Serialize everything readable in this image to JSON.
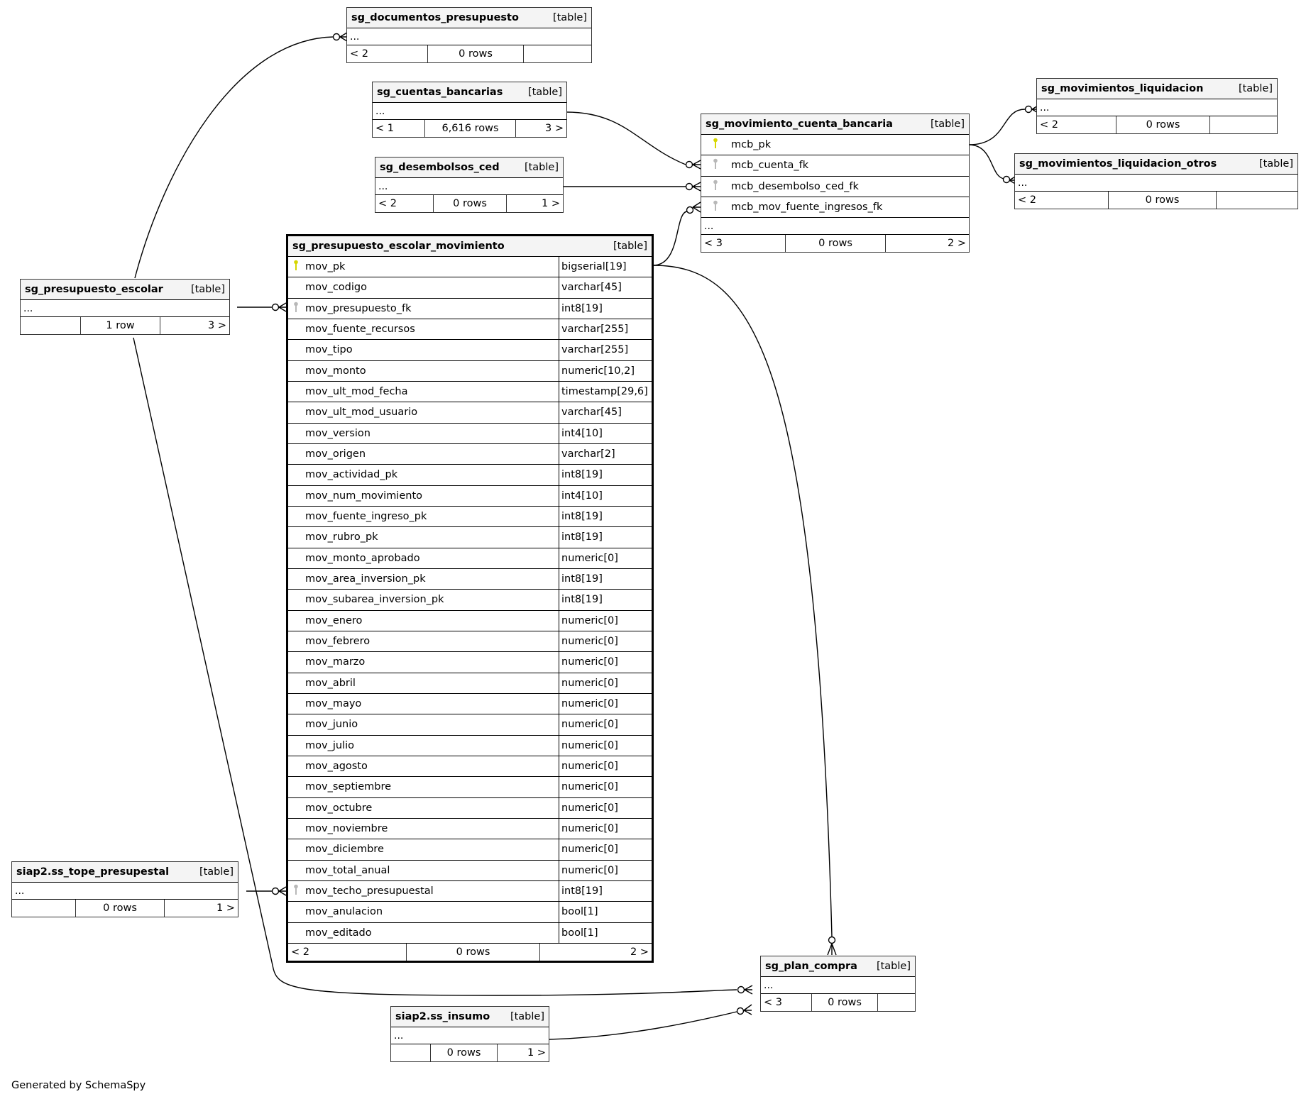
{
  "diagram": {
    "generator_note": "Generated by SchemaSpy",
    "kind_label": "[table]",
    "ellipsis": "...",
    "tables": {
      "documentos": {
        "name": "sg_documentos_presupuesto",
        "footer": {
          "left": "< 2",
          "middle": "0 rows",
          "right": ""
        }
      },
      "cuentas": {
        "name": "sg_cuentas_bancarias",
        "footer": {
          "left": "< 1",
          "middle": "6,616 rows",
          "right": "3 >"
        }
      },
      "desembolsos": {
        "name": "sg_desembolsos_ced",
        "footer": {
          "left": "< 2",
          "middle": "0 rows",
          "right": "1 >"
        }
      },
      "mcb": {
        "name": "sg_movimiento_cuenta_bancaria",
        "columns": [
          {
            "name": "mcb_pk",
            "key": "pk"
          },
          {
            "name": "mcb_cuenta_fk",
            "key": "fk"
          },
          {
            "name": "mcb_desembolso_ced_fk",
            "key": "fk"
          },
          {
            "name": "mcb_mov_fuente_ingresos_fk",
            "key": "fk"
          }
        ],
        "footer": {
          "left": "< 3",
          "middle": "0 rows",
          "right": "2 >"
        }
      },
      "liquidacion": {
        "name": "sg_movimientos_liquidacion",
        "footer": {
          "left": "< 2",
          "middle": "0 rows",
          "right": ""
        }
      },
      "liquidacion_otros": {
        "name": "sg_movimientos_liquidacion_otros",
        "footer": {
          "left": "< 2",
          "middle": "0 rows",
          "right": ""
        }
      },
      "presupuesto_escolar": {
        "name": "sg_presupuesto_escolar",
        "footer": {
          "left": "",
          "middle": "1 row",
          "right": "3 >"
        }
      },
      "tope": {
        "name": "siap2.ss_tope_presupestal",
        "footer": {
          "left": "",
          "middle": "0 rows",
          "right": "1 >"
        }
      },
      "plan_compra": {
        "name": "sg_plan_compra",
        "footer": {
          "left": "< 3",
          "middle": "0 rows",
          "right": ""
        }
      },
      "insumo": {
        "name": "siap2.ss_insumo",
        "footer": {
          "left": "",
          "middle": "0 rows",
          "right": "1 >"
        }
      },
      "movimiento": {
        "name": "sg_presupuesto_escolar_movimiento",
        "columns": [
          {
            "name": "mov_pk",
            "type": "bigserial[19]",
            "key": "pk"
          },
          {
            "name": "mov_codigo",
            "type": "varchar[45]",
            "key": ""
          },
          {
            "name": "mov_presupuesto_fk",
            "type": "int8[19]",
            "key": "fk"
          },
          {
            "name": "mov_fuente_recursos",
            "type": "varchar[255]",
            "key": ""
          },
          {
            "name": "mov_tipo",
            "type": "varchar[255]",
            "key": ""
          },
          {
            "name": "mov_monto",
            "type": "numeric[10,2]",
            "key": ""
          },
          {
            "name": "mov_ult_mod_fecha",
            "type": "timestamp[29,6]",
            "key": ""
          },
          {
            "name": "mov_ult_mod_usuario",
            "type": "varchar[45]",
            "key": ""
          },
          {
            "name": "mov_version",
            "type": "int4[10]",
            "key": ""
          },
          {
            "name": "mov_origen",
            "type": "varchar[2]",
            "key": ""
          },
          {
            "name": "mov_actividad_pk",
            "type": "int8[19]",
            "key": ""
          },
          {
            "name": "mov_num_movimiento",
            "type": "int4[10]",
            "key": ""
          },
          {
            "name": "mov_fuente_ingreso_pk",
            "type": "int8[19]",
            "key": ""
          },
          {
            "name": "mov_rubro_pk",
            "type": "int8[19]",
            "key": ""
          },
          {
            "name": "mov_monto_aprobado",
            "type": "numeric[0]",
            "key": ""
          },
          {
            "name": "mov_area_inversion_pk",
            "type": "int8[19]",
            "key": ""
          },
          {
            "name": "mov_subarea_inversion_pk",
            "type": "int8[19]",
            "key": ""
          },
          {
            "name": "mov_enero",
            "type": "numeric[0]",
            "key": ""
          },
          {
            "name": "mov_febrero",
            "type": "numeric[0]",
            "key": ""
          },
          {
            "name": "mov_marzo",
            "type": "numeric[0]",
            "key": ""
          },
          {
            "name": "mov_abril",
            "type": "numeric[0]",
            "key": ""
          },
          {
            "name": "mov_mayo",
            "type": "numeric[0]",
            "key": ""
          },
          {
            "name": "mov_junio",
            "type": "numeric[0]",
            "key": ""
          },
          {
            "name": "mov_julio",
            "type": "numeric[0]",
            "key": ""
          },
          {
            "name": "mov_agosto",
            "type": "numeric[0]",
            "key": ""
          },
          {
            "name": "mov_septiembre",
            "type": "numeric[0]",
            "key": ""
          },
          {
            "name": "mov_octubre",
            "type": "numeric[0]",
            "key": ""
          },
          {
            "name": "mov_noviembre",
            "type": "numeric[0]",
            "key": ""
          },
          {
            "name": "mov_diciembre",
            "type": "numeric[0]",
            "key": ""
          },
          {
            "name": "mov_total_anual",
            "type": "numeric[0]",
            "key": ""
          },
          {
            "name": "mov_techo_presupuestal",
            "type": "int8[19]",
            "key": "fk"
          },
          {
            "name": "mov_anulacion",
            "type": "bool[1]",
            "key": ""
          },
          {
            "name": "mov_editado",
            "type": "bool[1]",
            "key": ""
          }
        ],
        "footer": {
          "left": "< 2",
          "middle": "0 rows",
          "right": "2 >"
        }
      }
    },
    "colors": {
      "pk_key": "#d6d600",
      "fk_key": "#b8b8b8",
      "header_bg": "#f4f4f4"
    }
  }
}
